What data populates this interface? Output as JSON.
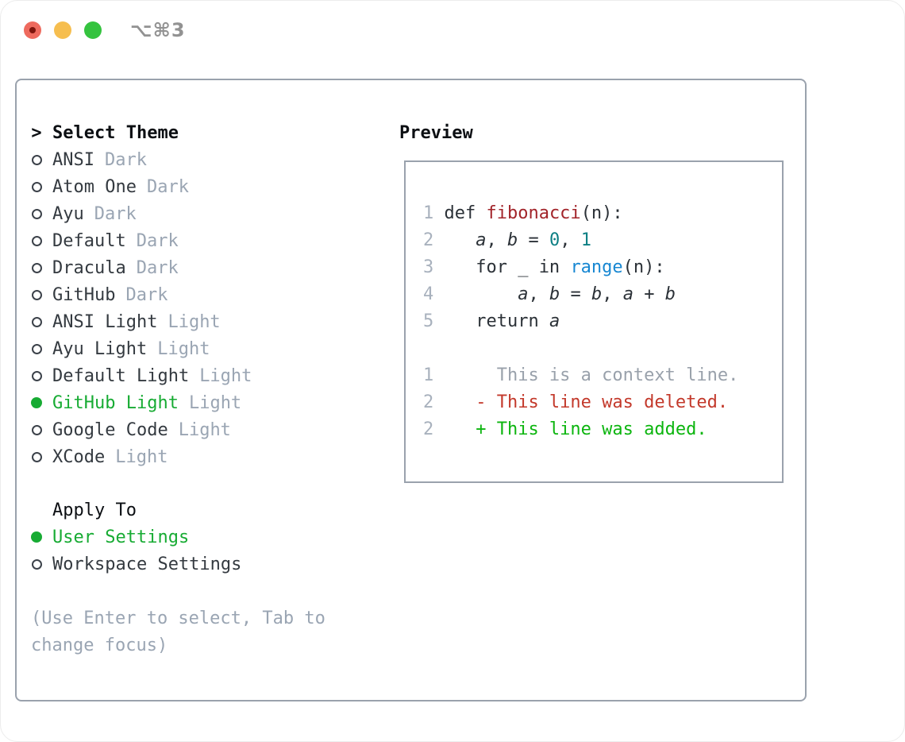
{
  "window": {
    "title": "⌥⌘3",
    "traffic_lights": {
      "close": "close",
      "minimize": "minimize",
      "maximize": "maximize"
    }
  },
  "theme_picker": {
    "header": "Select Theme",
    "header_marker": ">",
    "items": [
      {
        "label": "ANSI",
        "tag": "Dark",
        "selected": false
      },
      {
        "label": "Atom One",
        "tag": "Dark",
        "selected": false
      },
      {
        "label": "Ayu",
        "tag": "Dark",
        "selected": false
      },
      {
        "label": "Default",
        "tag": "Dark",
        "selected": false
      },
      {
        "label": "Dracula",
        "tag": "Dark",
        "selected": false
      },
      {
        "label": "GitHub",
        "tag": "Dark",
        "selected": false
      },
      {
        "label": "ANSI Light",
        "tag": "Light",
        "selected": false
      },
      {
        "label": "Ayu Light",
        "tag": "Light",
        "selected": false
      },
      {
        "label": "Default Light",
        "tag": "Light",
        "selected": false
      },
      {
        "label": "GitHub Light",
        "tag": "Light",
        "selected": true
      },
      {
        "label": "Google Code",
        "tag": "Light",
        "selected": false
      },
      {
        "label": "XCode",
        "tag": "Light",
        "selected": false
      }
    ]
  },
  "apply_to": {
    "header": "Apply To",
    "options": [
      {
        "label": "User Settings",
        "selected": true
      },
      {
        "label": "Workspace Settings",
        "selected": false
      }
    ]
  },
  "footer": {
    "lines": [
      "(Use Enter to select, Tab to",
      "change focus)"
    ]
  },
  "preview": {
    "header": "Preview",
    "code_lines": [
      {
        "num": "1",
        "tokens": [
          {
            "t": "def ",
            "s": "fg"
          },
          {
            "t": "fibonacci",
            "s": "func"
          },
          {
            "t": "(n):",
            "s": "fg"
          }
        ]
      },
      {
        "num": "2",
        "tokens": [
          {
            "t": "   ",
            "s": "fg"
          },
          {
            "t": "a",
            "s": "var"
          },
          {
            "t": ", ",
            "s": "fg"
          },
          {
            "t": "b",
            "s": "var"
          },
          {
            "t": " = ",
            "s": "fg"
          },
          {
            "t": "0",
            "s": "num"
          },
          {
            "t": ", ",
            "s": "fg"
          },
          {
            "t": "1",
            "s": "num"
          }
        ]
      },
      {
        "num": "3",
        "tokens": [
          {
            "t": "   for _ in ",
            "s": "fg"
          },
          {
            "t": "range",
            "s": "builtin"
          },
          {
            "t": "(n):",
            "s": "fg"
          }
        ]
      },
      {
        "num": "4",
        "tokens": [
          {
            "t": "       ",
            "s": "fg"
          },
          {
            "t": "a",
            "s": "var"
          },
          {
            "t": ", ",
            "s": "fg"
          },
          {
            "t": "b",
            "s": "var"
          },
          {
            "t": " = ",
            "s": "fg"
          },
          {
            "t": "b",
            "s": "var"
          },
          {
            "t": ", ",
            "s": "fg"
          },
          {
            "t": "a",
            "s": "var"
          },
          {
            "t": " + ",
            "s": "fg"
          },
          {
            "t": "b",
            "s": "var"
          }
        ]
      },
      {
        "num": "5",
        "tokens": [
          {
            "t": "   return ",
            "s": "fg"
          },
          {
            "t": "a",
            "s": "var"
          }
        ]
      },
      {
        "num": "",
        "tokens": []
      },
      {
        "num": "1",
        "tokens": [
          {
            "t": "     This is a context line.",
            "s": "context"
          }
        ]
      },
      {
        "num": "2",
        "tokens": [
          {
            "t": "   - This line was deleted.",
            "s": "deleted"
          }
        ]
      },
      {
        "num": "2",
        "tokens": [
          {
            "t": "   + This line was added.",
            "s": "added"
          }
        ]
      }
    ]
  },
  "colors": {
    "selection_green": "#17ab33",
    "added_green": "#0cb50f",
    "deleted_red": "#c3392b",
    "function_red": "#a2242a",
    "builtin_blue": "#1787d2",
    "number_teal": "#0d7f84",
    "code_fg": "#2b3137",
    "text_dark": "#343a40",
    "header_black": "#0c0f13",
    "muted_gray": "#9aa5b3",
    "line_number_gray": "#a8b1bd",
    "context_gray": "#99a1ab",
    "border_gray": "#9aa2ad",
    "titlebar_gray": "#929292",
    "traffic_red": "#ee6a5e",
    "traffic_yellow": "#f6be4f",
    "traffic_green": "#35c33f"
  }
}
